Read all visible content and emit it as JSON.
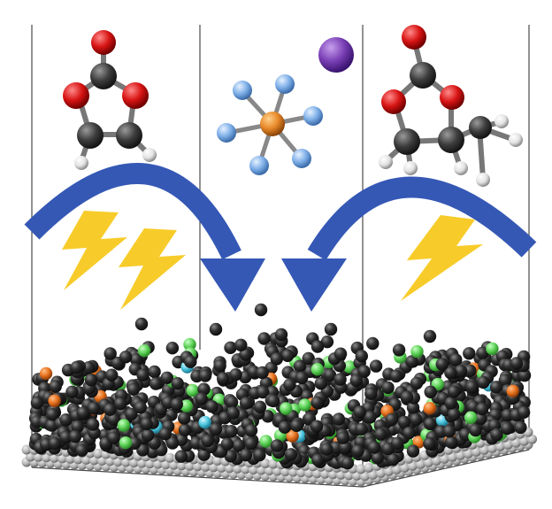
{
  "palette": {
    "carbon": "#3d3d3d",
    "oxygen": "#e01818",
    "hydrogen": "#e8e8e8",
    "phosphorus": "#e8892a",
    "fluorine": "#7fb0e8",
    "lithium_ion": "#7a3fb5",
    "arrow": "#3558b5",
    "lightning": "#f7cc2a",
    "substrate": "#b5b5b5",
    "deposit_black": "#2b2b2b",
    "deposit_green": "#5fd35a",
    "deposit_orange": "#e8721e",
    "deposit_cyan": "#4fc8e0",
    "frame": "#444444"
  },
  "molecules": [
    {
      "name": "ethylene-carbonate",
      "position": "left"
    },
    {
      "name": "lithium-hexafluorophosphate",
      "position": "center"
    },
    {
      "name": "propylene-carbonate",
      "position": "right"
    }
  ],
  "icons": {
    "arrows": [
      "curved-arrow-left",
      "curved-arrow-right"
    ],
    "lightning_count": 3
  }
}
